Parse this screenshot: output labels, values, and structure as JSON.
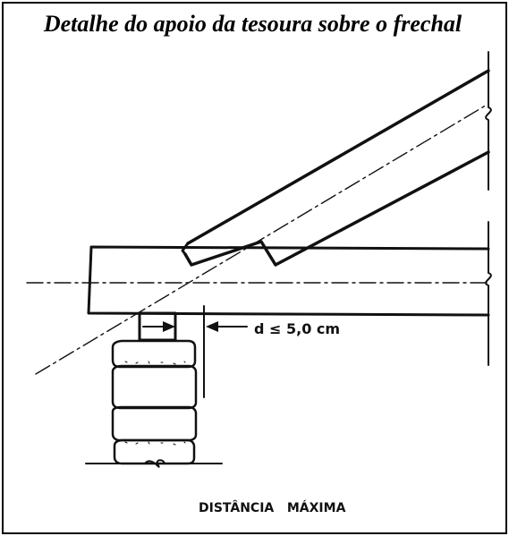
{
  "title": "Detalhe do apoio da tesoura sobre o frechal",
  "dimension_label": "d ≤ 5,0 cm",
  "caption": "DISTÂNCIA   MÁXIMA"
}
